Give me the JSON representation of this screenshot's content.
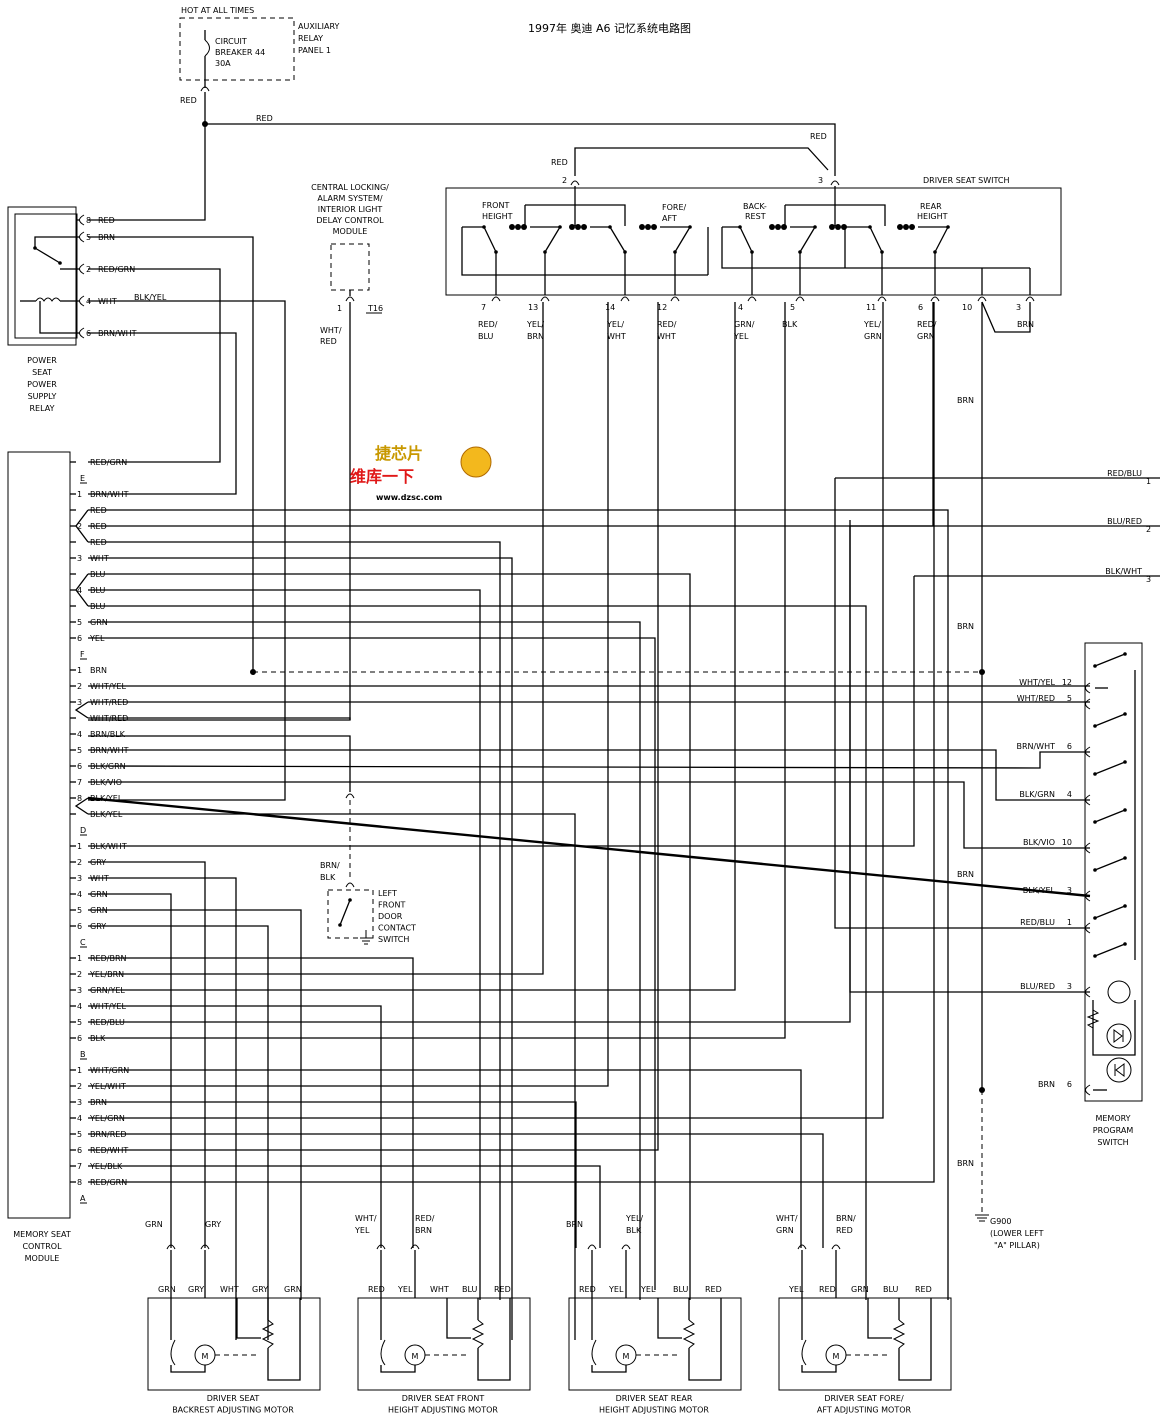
{
  "title": "1997年 奥迪 A6 记忆系统电路图",
  "watermark": {
    "brand": "捷芯片",
    "brand_cn": "维库一下",
    "url": "www.dzsc.com"
  },
  "top": {
    "hot": "HOT AT ALL TIMES",
    "breaker": [
      "CIRCUIT",
      "BREAKER 44",
      "30A"
    ],
    "panel": [
      "AUXILIARY",
      "RELAY",
      "PANEL 1"
    ],
    "red": "RED"
  },
  "relay": {
    "caption": [
      "POWER",
      "SEAT",
      "POWER",
      "SUPPLY",
      "RELAY"
    ],
    "pins": [
      {
        "n": "8",
        "c": "RED"
      },
      {
        "n": "5",
        "c": "BRN"
      },
      {
        "n": "2",
        "c": "RED/GRN"
      },
      {
        "n": "4",
        "c": "WHT"
      },
      {
        "n": "6",
        "c": "BRN/WHT"
      }
    ],
    "blkyel": "BLK/YEL"
  },
  "clm": {
    "caption": [
      "CENTRAL LOCKING/",
      "ALARM SYSTEM/",
      "INTERIOR LIGHT",
      "DELAY CONTROL",
      "MODULE"
    ],
    "pin": "1",
    "conn": "T16",
    "wire": [
      "WHT/",
      "RED"
    ]
  },
  "door": {
    "caption": [
      "LEFT",
      "FRONT",
      "DOOR",
      "CONTACT",
      "SWITCH"
    ],
    "wire": [
      "BRN/",
      "BLK"
    ]
  },
  "dss": {
    "caption": "DRIVER SEAT SWITCH",
    "red": "RED",
    "top_pins": [
      "2",
      "3"
    ],
    "groups": [
      [
        "FRONT",
        "HEIGHT"
      ],
      [
        "FORE/",
        "AFT"
      ],
      [
        "BACK-",
        "REST"
      ],
      [
        "REAR",
        "HEIGHT"
      ]
    ],
    "pins": [
      {
        "n": "7",
        "c": [
          "RED/",
          "BLU"
        ]
      },
      {
        "n": "13",
        "c": [
          "YEL/",
          "BRN"
        ]
      },
      {
        "n": "14",
        "c": [
          "YEL/",
          "WHT"
        ]
      },
      {
        "n": "12",
        "c": [
          "RED/",
          "WHT"
        ]
      },
      {
        "n": "4",
        "c": [
          "GRN/",
          "YEL"
        ]
      },
      {
        "n": "5",
        "c": [
          "BLK"
        ]
      },
      {
        "n": "11",
        "c": [
          "YEL/",
          "GRN"
        ]
      },
      {
        "n": "6",
        "c": [
          "RED/",
          "GRN"
        ]
      },
      {
        "n": "10",
        "c": []
      },
      {
        "n": "3",
        "c": [
          "BRN"
        ]
      }
    ]
  },
  "module": {
    "caption": [
      "MEMORY SEAT",
      "CONTROL",
      "MODULE"
    ],
    "rows": [
      {
        "k": "",
        "n": "",
        "c": "RED/GRN"
      },
      {
        "k": "E",
        "n": "",
        "c": ""
      },
      {
        "k": "",
        "n": "1",
        "c": "BRN/WHT"
      },
      {
        "k": "",
        "n": "",
        "c": "RED"
      },
      {
        "k": "",
        "n": "2",
        "c": "RED"
      },
      {
        "k": "",
        "n": "",
        "c": "RED"
      },
      {
        "k": "",
        "n": "3",
        "c": "WHT"
      },
      {
        "k": "",
        "n": "",
        "c": "BLU"
      },
      {
        "k": "",
        "n": "4",
        "c": "BLU"
      },
      {
        "k": "",
        "n": "",
        "c": "BLU"
      },
      {
        "k": "",
        "n": "5",
        "c": "GRN"
      },
      {
        "k": "",
        "n": "6",
        "c": "YEL"
      },
      {
        "k": "F",
        "n": "",
        "c": ""
      },
      {
        "k": "",
        "n": "1",
        "c": "BRN"
      },
      {
        "k": "",
        "n": "2",
        "c": "WHT/YEL"
      },
      {
        "k": "",
        "n": "3",
        "c": "WHT/RED"
      },
      {
        "k": "",
        "n": "",
        "c": "WHT/RED"
      },
      {
        "k": "",
        "n": "4",
        "c": "BRN/BLK"
      },
      {
        "k": "",
        "n": "5",
        "c": "BRN/WHT"
      },
      {
        "k": "",
        "n": "6",
        "c": "BLK/GRN"
      },
      {
        "k": "",
        "n": "7",
        "c": "BLK/VIO"
      },
      {
        "k": "",
        "n": "8",
        "c": "BLK/YEL"
      },
      {
        "k": "",
        "n": "",
        "c": "BLK/YEL"
      },
      {
        "k": "D",
        "n": "",
        "c": ""
      },
      {
        "k": "",
        "n": "1",
        "c": "BLK/WHT"
      },
      {
        "k": "",
        "n": "2",
        "c": "GRY"
      },
      {
        "k": "",
        "n": "3",
        "c": "WHT"
      },
      {
        "k": "",
        "n": "4",
        "c": "GRN"
      },
      {
        "k": "",
        "n": "5",
        "c": "GRN"
      },
      {
        "k": "",
        "n": "6",
        "c": "GRY"
      },
      {
        "k": "C",
        "n": "",
        "c": ""
      },
      {
        "k": "",
        "n": "1",
        "c": "RED/BRN"
      },
      {
        "k": "",
        "n": "2",
        "c": "YEL/BRN"
      },
      {
        "k": "",
        "n": "3",
        "c": "GRN/YEL"
      },
      {
        "k": "",
        "n": "4",
        "c": "WHT/YEL"
      },
      {
        "k": "",
        "n": "5",
        "c": "RED/BLU"
      },
      {
        "k": "",
        "n": "6",
        "c": "BLK"
      },
      {
        "k": "B",
        "n": "",
        "c": ""
      },
      {
        "k": "",
        "n": "1",
        "c": "WHT/GRN"
      },
      {
        "k": "",
        "n": "2",
        "c": "YEL/WHT"
      },
      {
        "k": "",
        "n": "3",
        "c": "BRN"
      },
      {
        "k": "",
        "n": "4",
        "c": "YEL/GRN"
      },
      {
        "k": "",
        "n": "5",
        "c": "BRN/RED"
      },
      {
        "k": "",
        "n": "6",
        "c": "RED/WHT"
      },
      {
        "k": "",
        "n": "7",
        "c": "YEL/BLK"
      },
      {
        "k": "",
        "n": "8",
        "c": "RED/GRN"
      },
      {
        "k": "A",
        "n": "",
        "c": ""
      }
    ]
  },
  "offpage": [
    {
      "c": "RED/BLU",
      "n": "1"
    },
    {
      "c": "BLU/RED",
      "n": "2"
    },
    {
      "c": "BLK/WHT",
      "n": "3"
    }
  ],
  "brn_labels": [
    "BRN",
    "BRN",
    "BRN",
    "BRN",
    "BRN"
  ],
  "mps": {
    "caption": [
      "MEMORY",
      "PROGRAM",
      "SWITCH"
    ],
    "pins": [
      {
        "c": "WHT/YEL",
        "n": "12"
      },
      {
        "c": "WHT/RED",
        "n": "5"
      },
      {
        "c": "BRN/WHT",
        "n": "6"
      },
      {
        "c": "BLK/GRN",
        "n": "4"
      },
      {
        "c": "BLK/VIO",
        "n": "10"
      },
      {
        "c": "BLK/YEL",
        "n": "3"
      },
      {
        "c": "RED/BLU",
        "n": "1"
      },
      {
        "c": "BLU/RED",
        "n": "3"
      },
      {
        "c": "BRN",
        "n": "6"
      }
    ]
  },
  "ground": {
    "label": "G900",
    "loc": [
      "(LOWER LEFT",
      "\"A\" PILLAR)"
    ]
  },
  "motors": [
    {
      "wires": [
        [
          "GRN"
        ],
        [
          "GRY"
        ]
      ],
      "term": [
        "GRN",
        "GRY",
        "WHT",
        "GRY",
        "GRN"
      ],
      "caption": [
        "DRIVER SEAT",
        "BACKREST ADJUSTING MOTOR"
      ]
    },
    {
      "wires": [
        [
          "WHT/",
          "YEL"
        ],
        [
          "RED/",
          "BRN"
        ]
      ],
      "term": [
        "RED",
        "YEL",
        "WHT",
        "BLU",
        "RED"
      ],
      "caption": [
        "DRIVER SEAT FRONT",
        "HEIGHT ADJUSTING MOTOR"
      ]
    },
    {
      "wires": [
        [
          "BRN"
        ],
        [
          "YEL/",
          "BLK"
        ]
      ],
      "term": [
        "RED",
        "YEL",
        "YEL",
        "BLU",
        "RED"
      ],
      "caption": [
        "DRIVER SEAT REAR",
        "HEIGHT ADJUSTING MOTOR"
      ]
    },
    {
      "wires": [
        [
          "WHT/",
          "GRN"
        ],
        [
          "BRN/",
          "RED"
        ]
      ],
      "term": [
        "YEL",
        "RED",
        "GRN",
        "BLU",
        "RED"
      ],
      "caption": [
        "DRIVER SEAT FORE/",
        "AFT ADJUSTING MOTOR"
      ]
    }
  ],
  "motor_symbol": "M"
}
